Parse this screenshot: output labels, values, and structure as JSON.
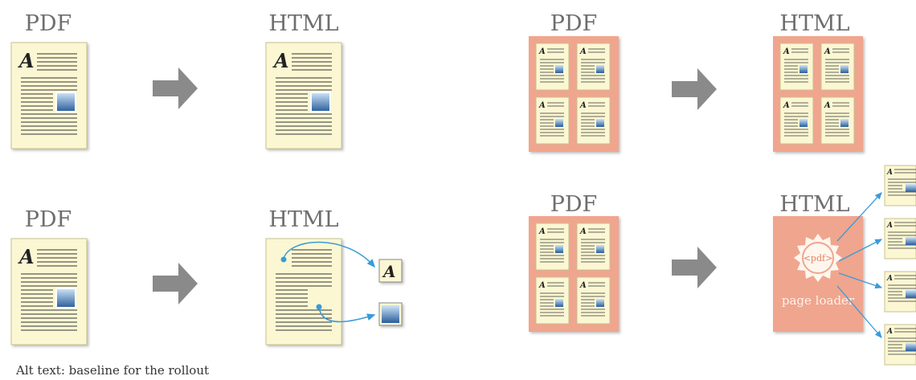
{
  "labels": {
    "pdf": "PDF",
    "html": "HTML",
    "page_loader": "page loader",
    "pdf_badge": "<pdf>",
    "glyph": "A"
  },
  "footnote": "Alt text: baseline for the rollout",
  "colors": {
    "page_fill": "#fbf7d3",
    "page_stroke": "#c8c08c",
    "frame_fill": "#f0a58e",
    "arrow_gray": "#8a8a8a",
    "link_blue": "#3a9bd8",
    "label_gray": "#6e6e6e"
  },
  "icons": [
    "document-icon",
    "image-icon",
    "arrow-right-icon",
    "gear-badge-icon"
  ]
}
